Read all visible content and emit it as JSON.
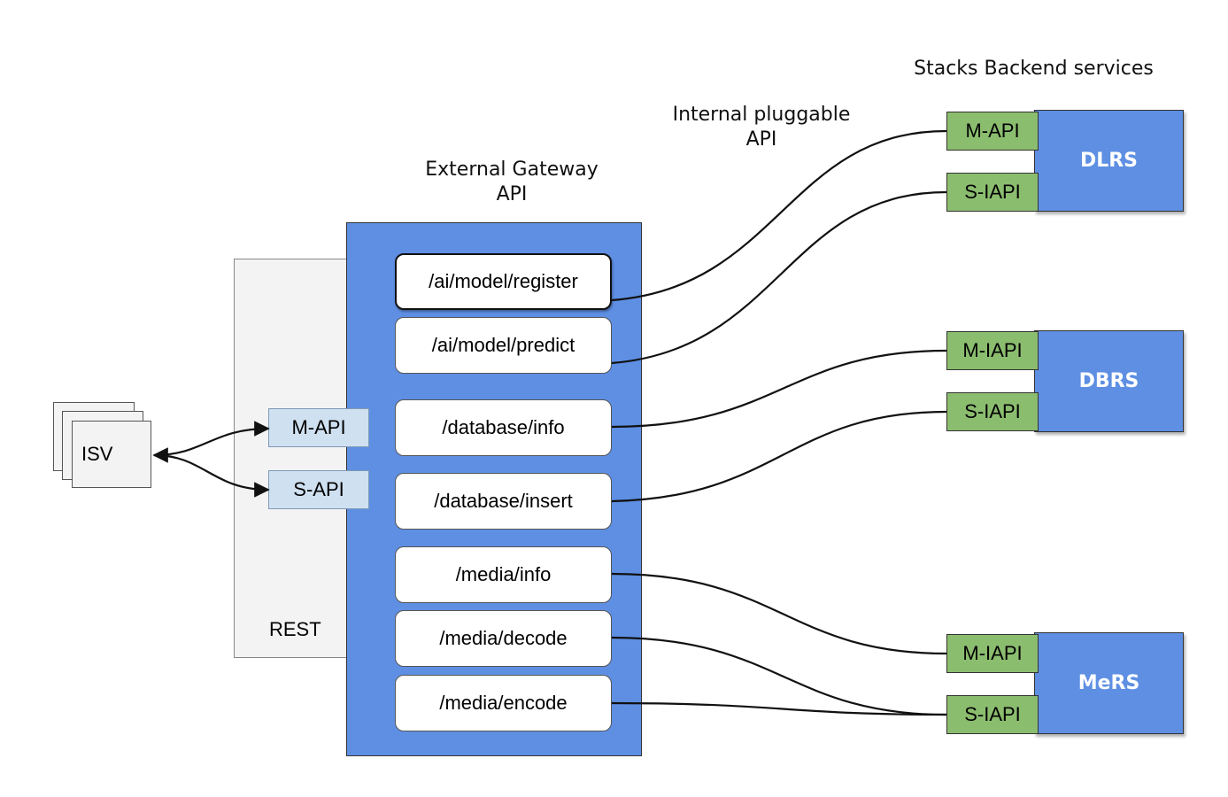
{
  "headings": {
    "stacks": "Stacks Backend services",
    "internal_line1": "Internal pluggable",
    "internal_line2": "API",
    "external_line1": "External Gateway",
    "external_line2": "API"
  },
  "client": {
    "label": "ISV"
  },
  "rest": {
    "label": "REST",
    "apis": [
      "M-API",
      "S-API"
    ]
  },
  "gateway": {
    "endpoints": [
      "/ai/model/register",
      "/ai/model/predict",
      "/database/info",
      "/database/insert",
      "/media/info",
      "/media/decode",
      "/media/encode"
    ]
  },
  "services": [
    {
      "name": "DLRS",
      "apis": [
        "M-API",
        "S-IAPI"
      ]
    },
    {
      "name": "DBRS",
      "apis": [
        "M-IAPI",
        "S-IAPI"
      ]
    },
    {
      "name": "MeRS",
      "apis": [
        "M-IAPI",
        "S-IAPI"
      ]
    }
  ],
  "colors": {
    "gateway_fill": "#5e8fe3",
    "service_fill": "#5e8fe3",
    "iapi_fill": "#8bbd6f",
    "rest_api_fill": "#cfe0f1",
    "panel_fill": "#f3f3f3"
  }
}
